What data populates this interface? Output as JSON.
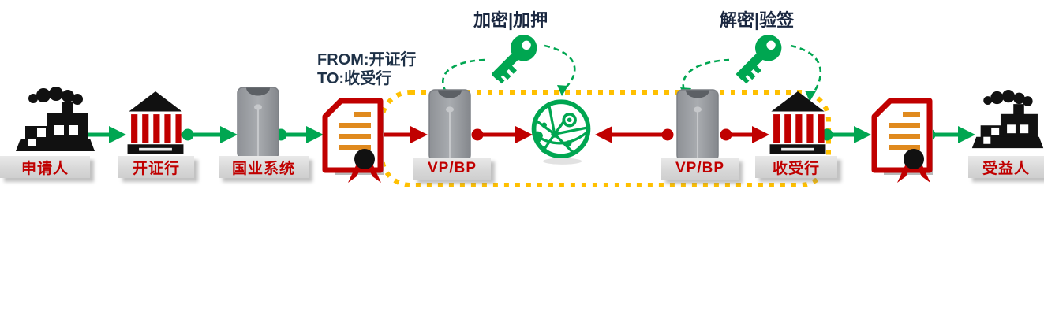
{
  "diagram": {
    "annotations": {
      "from_to_line1": "FROM:开证行",
      "from_to_line2": "TO:收受行",
      "encrypt_key_label": "加密|加押",
      "decrypt_key_label": "解密|验签"
    },
    "nodes": {
      "applicant": "申请人",
      "issuing_bank": "开证行",
      "guoye_system": "国业系统",
      "vpbp_left": "VP/BP",
      "vpbp_right": "VP/BP",
      "receiving_bank": "收受行",
      "beneficiary": "受益人"
    },
    "icons": {
      "applicant": "factory-icon",
      "issuing_bank": "bank-icon",
      "guoye_system": "server-icon",
      "document_left": "certificate-document-icon",
      "vpbp_left": "server-icon",
      "network": "globe-network-icon",
      "vpbp_right": "server-icon",
      "receiving_bank": "bank-icon",
      "document_right": "certificate-document-icon",
      "beneficiary": "factory-icon",
      "encrypt": "key-icon",
      "decrypt": "key-icon"
    },
    "colors": {
      "green": "#00A651",
      "red": "#C00000",
      "yellow": "#FFC000",
      "label_bg": "#D9D9D9",
      "label_text": "#C00000",
      "dark_text": "#1E3147",
      "icon_black": "#111111",
      "server_gray": "#95989D"
    }
  }
}
